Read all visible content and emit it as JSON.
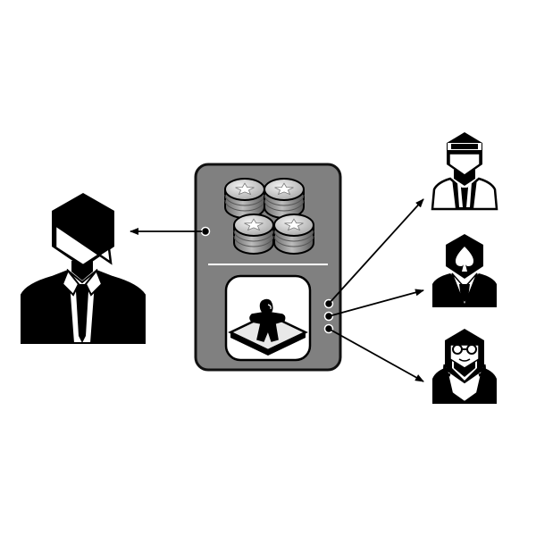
{
  "diagram": {
    "colors": {
      "background": "#ffffff",
      "ink": "#000000",
      "panel": "#808080",
      "panel_border": "#111111",
      "coin_light": "#d0d0d0",
      "coin_dark": "#8a8a8a",
      "card": "#ffffff",
      "board": "#e6e6e6"
    },
    "nodes": [
      {
        "id": "businessman",
        "icon": "businessman-icon"
      },
      {
        "id": "hub-panel",
        "icon": "panel-icon"
      },
      {
        "id": "coin-stack",
        "icon": "coin-stack-icon",
        "count": 4
      },
      {
        "id": "game-card",
        "icon": "board-game-meeple-icon"
      },
      {
        "id": "player-visor",
        "icon": "player-visor-icon"
      },
      {
        "id": "player-ace",
        "icon": "player-spade-icon"
      },
      {
        "id": "player-glasses",
        "icon": "player-glasses-icon"
      }
    ],
    "edges": [
      {
        "from": "hub-panel",
        "to": "businessman"
      },
      {
        "from": "hub-panel",
        "to": "player-visor"
      },
      {
        "from": "hub-panel",
        "to": "player-ace"
      },
      {
        "from": "hub-panel",
        "to": "player-glasses"
      }
    ]
  }
}
